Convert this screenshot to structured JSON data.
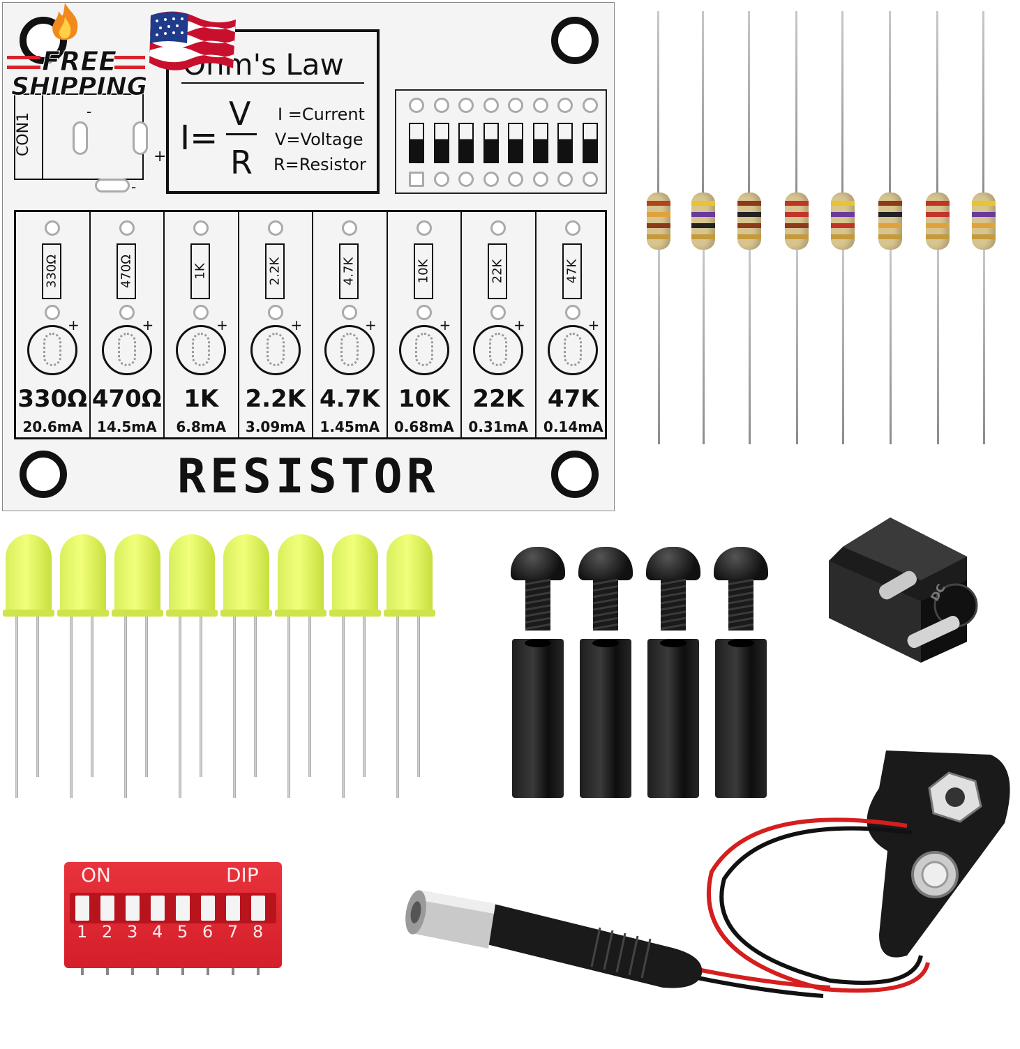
{
  "badge": {
    "text_line1": "FREE",
    "text_line2": "SHIPPING",
    "flag": "us-flag-icon",
    "flame": "flame-icon"
  },
  "pcb": {
    "law_title": "Ohm's Law",
    "formula_lhs": "I=",
    "formula_num": "V",
    "formula_den": "R",
    "legend": [
      "I =Current",
      "V=Voltage",
      "R=Resistor"
    ],
    "connector_label": "CON1",
    "minus": "-",
    "plus": "+",
    "footer_title": "RESISTOR",
    "resistors": [
      {
        "footprint": "330Ω",
        "value": "330Ω",
        "current": "20.6mA"
      },
      {
        "footprint": "470Ω",
        "value": "470Ω",
        "current": "14.5mA"
      },
      {
        "footprint": "1K",
        "value": "1K",
        "current": "6.8mA"
      },
      {
        "footprint": "2.2K",
        "value": "2.2K",
        "current": "3.09mA"
      },
      {
        "footprint": "4.7K",
        "value": "4.7K",
        "current": "1.45mA"
      },
      {
        "footprint": "10K",
        "value": "10K",
        "current": "0.68mA"
      },
      {
        "footprint": "22K",
        "value": "22K",
        "current": "0.31mA"
      },
      {
        "footprint": "47K",
        "value": "47K",
        "current": "0.14mA"
      }
    ]
  },
  "dip_switch": {
    "on_label": "ON",
    "dip_label": "DIP",
    "numbers": [
      "1",
      "2",
      "3",
      "4",
      "5",
      "6",
      "7",
      "8"
    ]
  },
  "dc_jack": {
    "label": "DC"
  },
  "colors": {
    "pcb": "#f4f4f4",
    "led": "#e8fb6c",
    "dip_red": "#d9232d",
    "resistor_body": "#d8c48e",
    "hardware": "#1a1a1a",
    "wire_red": "#d51e1e"
  }
}
